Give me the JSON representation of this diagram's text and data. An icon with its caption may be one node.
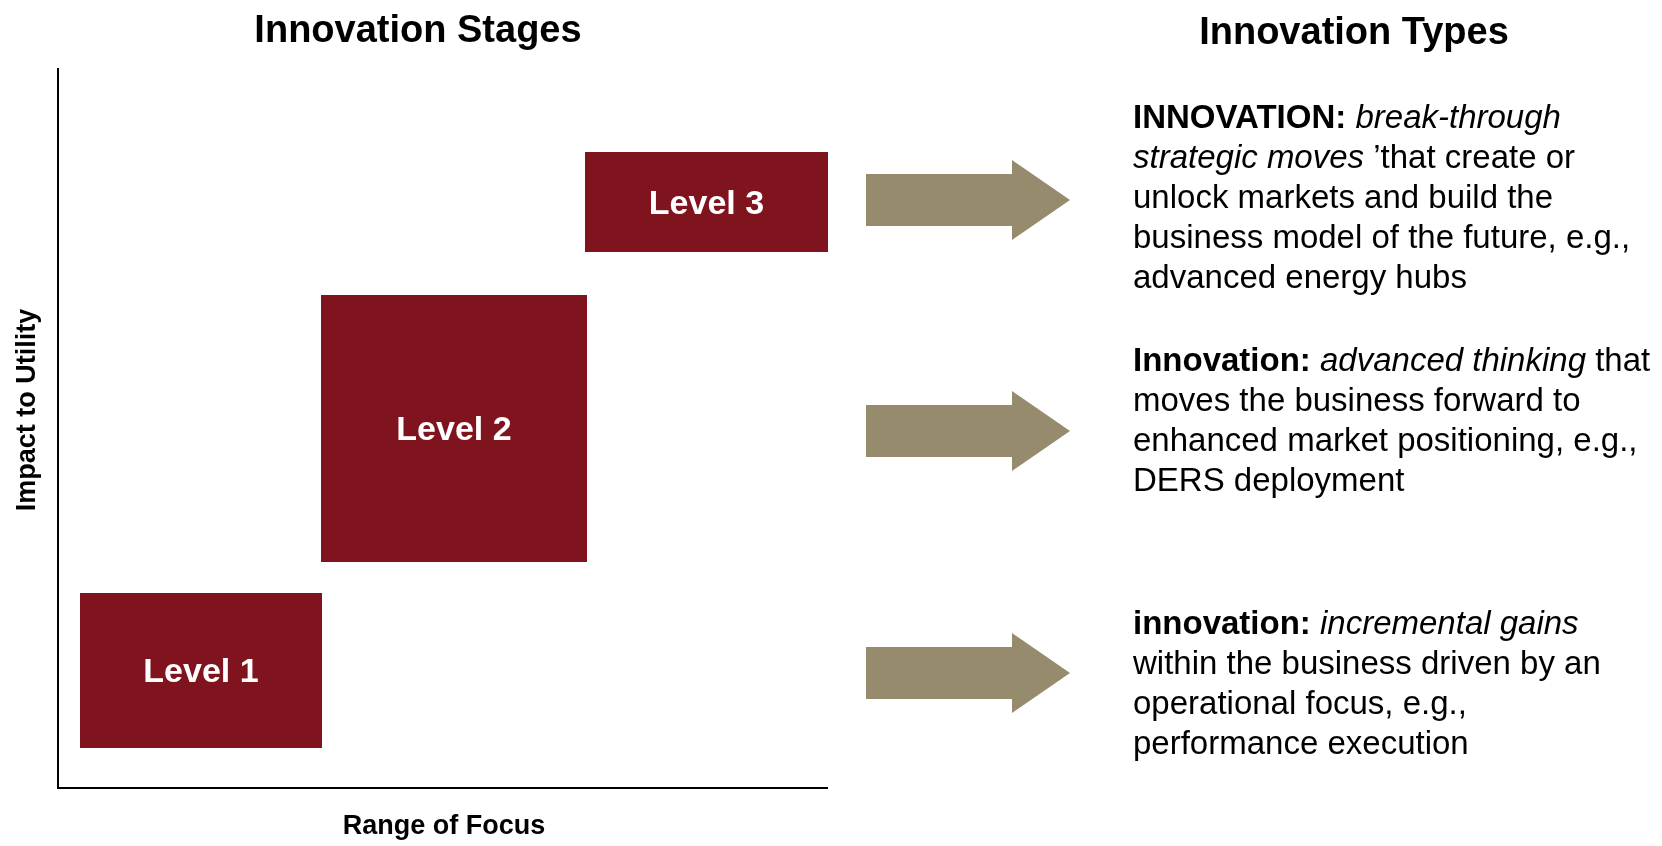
{
  "diagram": {
    "nodes": [
      {
        "text": [
          "Level 3"
        ]
      },
      {
        "text": [
          "Level 2"
        ]
      },
      {
        "text": [
          "Level 1"
        ]
      },
      {
        "text": [
          "**INNOVATION:** *break-through strategic moves* ’that create or unlock markets and build the business model of the future, e.g., advanced energy hubs"
        ]
      },
      {
        "text": [
          "**Innovation:** *advanced thinking* that moves the business forward to enhanced market positioning, e.g., DERS deployment"
        ]
      },
      {
        "text": [
          "**innovation:** *incremental gains* within the business driven by an operational focus, e.g., performance execution"
        ]
      }
    ],
    "edges": [
      {
        "from": null,
        "to": 3,
        "arrow": "to"
      },
      {
        "from": null,
        "to": 4,
        "arrow": "to"
      },
      {
        "from": null,
        "to": 5,
        "arrow": "to"
      }
    ],
    "labels": [
      "Innovation Stages",
      "Innovation Types",
      "Impact to Utility",
      "Range of Focus"
    ]
  }
}
